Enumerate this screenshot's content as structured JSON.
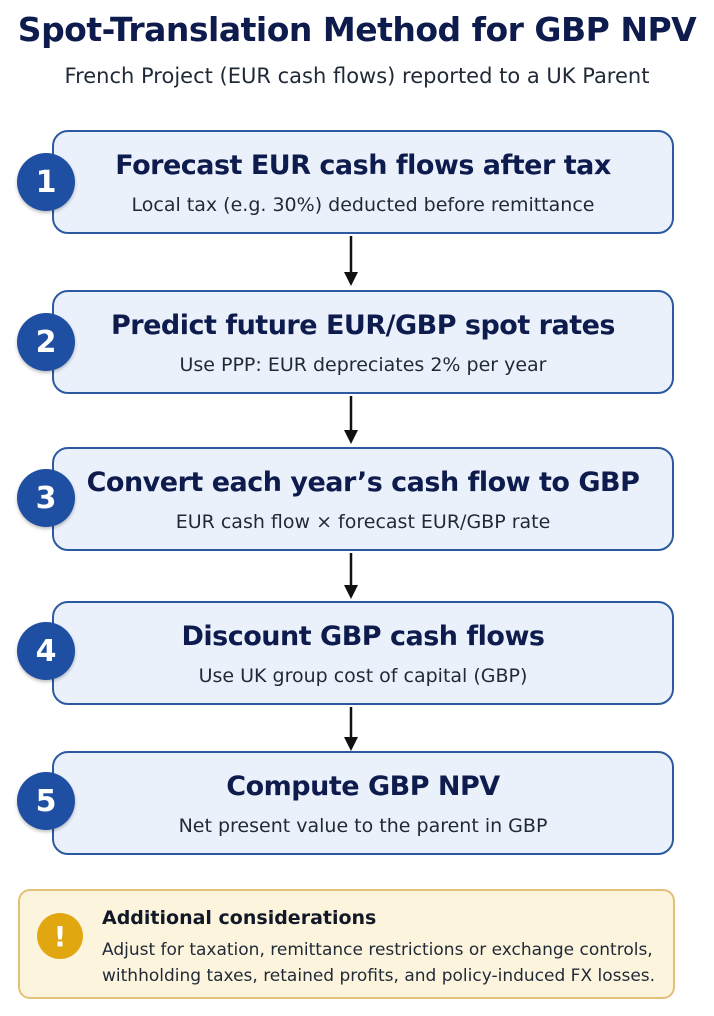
{
  "title": "Spot-Translation Method for GBP NPV",
  "subtitle": "French Project (EUR cash flows) reported to a UK Parent",
  "steps": [
    {
      "number": "1",
      "title": "Forecast EUR cash flows after tax",
      "subtitle": "Local tax (e.g. 30%) deducted before remittance"
    },
    {
      "number": "2",
      "title": "Predict future EUR/GBP spot rates",
      "subtitle": "Use PPP: EUR depreciates 2% per year"
    },
    {
      "number": "3",
      "title": "Convert each year’s cash flow to GBP",
      "subtitle": "EUR cash flow × forecast EUR/GBP rate"
    },
    {
      "number": "4",
      "title": "Discount GBP cash flows",
      "subtitle": "Use UK group cost of capital (GBP)"
    },
    {
      "number": "5",
      "title": "Compute GBP NPV",
      "subtitle": "Net present value to the parent in GBP"
    }
  ],
  "note": {
    "icon": "!",
    "title": "Additional considerations",
    "body": "Adjust for taxation, remittance restrictions or exchange controls, withholding taxes, retained profits, and policy-induced FX losses."
  },
  "colors": {
    "step_fill": "#eaf1fb",
    "step_border": "#2c5aa0",
    "badge": "#1e4fa3",
    "title_text": "#0e1b4d",
    "note_fill": "#fcf4dc",
    "note_border": "#e2c276",
    "note_icon": "#e1a710"
  }
}
